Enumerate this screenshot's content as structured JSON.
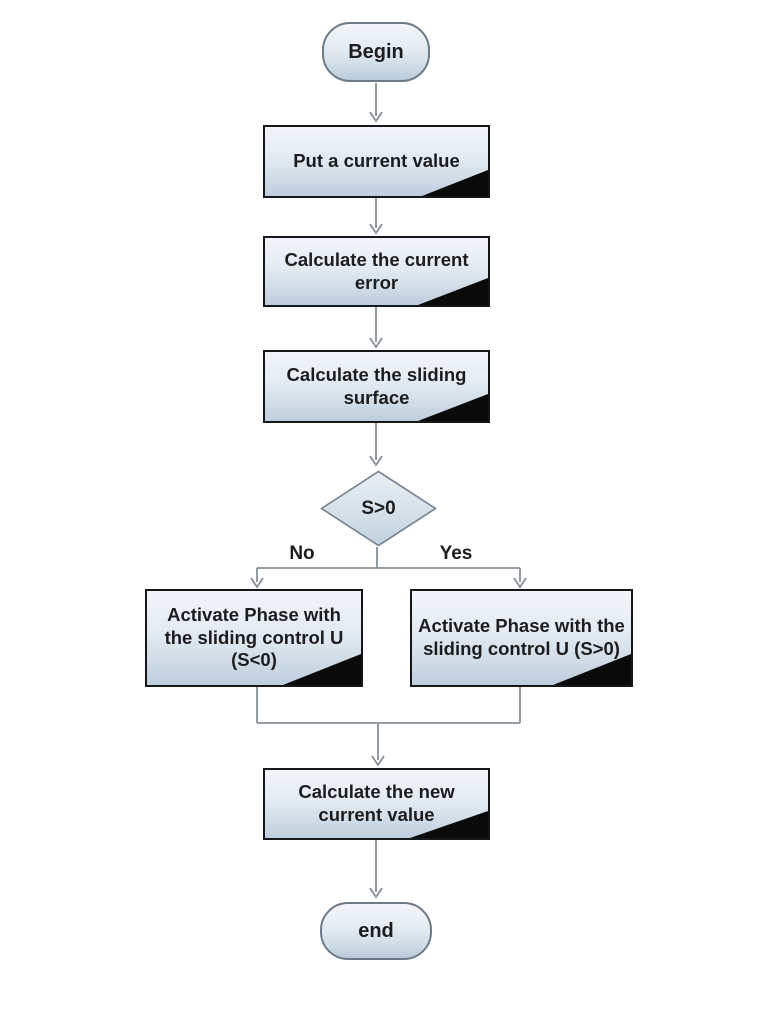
{
  "flowchart": {
    "nodes": {
      "begin": {
        "type": "terminator",
        "label": "Begin"
      },
      "put_current_value": {
        "type": "process",
        "label": "Put a current value"
      },
      "calc_current_error": {
        "type": "process",
        "label": "Calculate the current error"
      },
      "calc_sliding_surface": {
        "type": "process",
        "label": "Calculate the sliding surface"
      },
      "decision_s": {
        "type": "decision",
        "label": "S>0"
      },
      "activate_phase_neg": {
        "type": "process",
        "label": "Activate Phase with the sliding control U (S<0)"
      },
      "activate_phase_pos": {
        "type": "process",
        "label": "Activate Phase with the sliding control U (S>0)"
      },
      "calc_new_current_value": {
        "type": "process",
        "label": "Calculate the new current value"
      },
      "end": {
        "type": "terminator",
        "label": "end"
      }
    },
    "edge_labels": {
      "no": "No",
      "yes": "Yes"
    },
    "colors": {
      "background": "#ffffff",
      "node_fill_top": "#f1f5f9",
      "node_fill_bottom": "#bdcedd",
      "process_border": "#16171a",
      "terminator_border": "#6e7a87",
      "decision_border": "#76828e",
      "connector": "#878f97",
      "wedge": "#0a0a0a",
      "text": "#1c1d1f"
    }
  }
}
